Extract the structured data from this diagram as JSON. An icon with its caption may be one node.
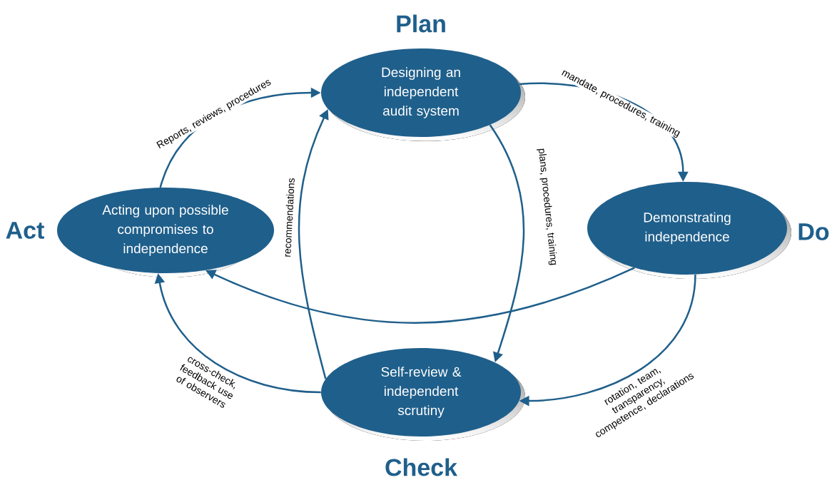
{
  "diagram": {
    "nodes": [
      {
        "text": [
          "Designing an independent audit system"
        ],
        "beside": [
          "Plan"
        ]
      },
      {
        "text": [
          "Acting upon possible compromises to independence"
        ],
        "beside": [
          "Act"
        ]
      },
      {
        "text": [
          "Demonstrating independence"
        ],
        "beside": [
          "Do"
        ]
      },
      {
        "text": [
          "Self-review & independent scrutiny"
        ],
        "beside": [
          "Check"
        ]
      }
    ],
    "edges": [
      {
        "from": 0,
        "to": 2,
        "arrow": "to",
        "label": "mandate, procedures, training"
      },
      {
        "from": 0,
        "to": 3,
        "arrow": "to",
        "label": "plans, procedures, training"
      },
      {
        "from": 2,
        "to": 3,
        "arrow": "to",
        "label": "rotation, team, transparency, competence, declarations"
      },
      {
        "from": 2,
        "to": 1,
        "arrow": "to"
      },
      {
        "from": 3,
        "to": 1,
        "arrow": "to",
        "label": "cross-check, feedback use of observers"
      },
      {
        "from": 3,
        "to": 0,
        "arrow": "to",
        "label": "recommendations"
      },
      {
        "from": 1,
        "to": 0,
        "arrow": "to",
        "label": "Reports, reviews, procedures"
      }
    ]
  }
}
